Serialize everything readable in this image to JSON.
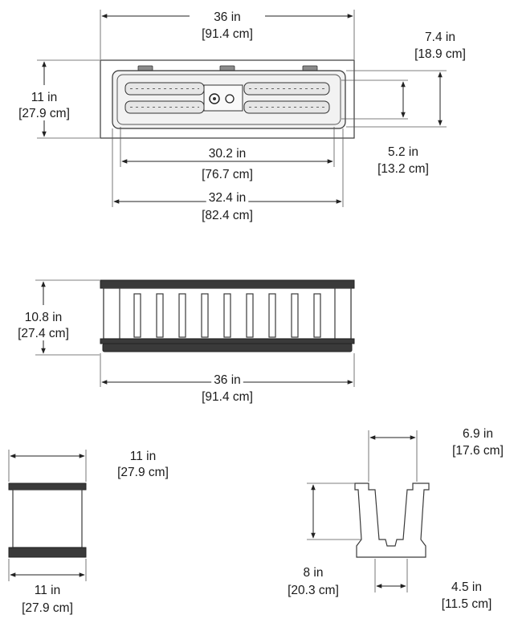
{
  "top_view": {
    "overall_length": {
      "in": "36 in",
      "cm": "[91.4 cm]"
    },
    "overall_width": {
      "in": "11 in",
      "cm": "[27.9 cm]"
    },
    "outer_depth": {
      "in": "7.4 in",
      "cm": "[18.9 cm]"
    },
    "inner_depth": {
      "in": "5.2 in",
      "cm": "[13.2 cm]"
    },
    "inner_length": {
      "in": "30.2 in",
      "cm": "[76.7 cm]"
    },
    "opening_length": {
      "in": "32.4 in",
      "cm": "[82.4 cm]"
    }
  },
  "front_view": {
    "height": {
      "in": "10.8 in",
      "cm": "[27.4 cm]"
    },
    "length": {
      "in": "36 in",
      "cm": "[91.4 cm]"
    }
  },
  "side_view": {
    "top_width": {
      "in": "11 in",
      "cm": "[27.9 cm]"
    },
    "bottom_width": {
      "in": "11 in",
      "cm": "[27.9 cm]"
    }
  },
  "section_view": {
    "top_width": {
      "in": "6.9 in",
      "cm": "[17.6 cm]"
    },
    "height": {
      "in": "8 in",
      "cm": "[20.3 cm]"
    },
    "bottom_width": {
      "in": "4.5 in",
      "cm": "[11.5 cm]"
    }
  }
}
